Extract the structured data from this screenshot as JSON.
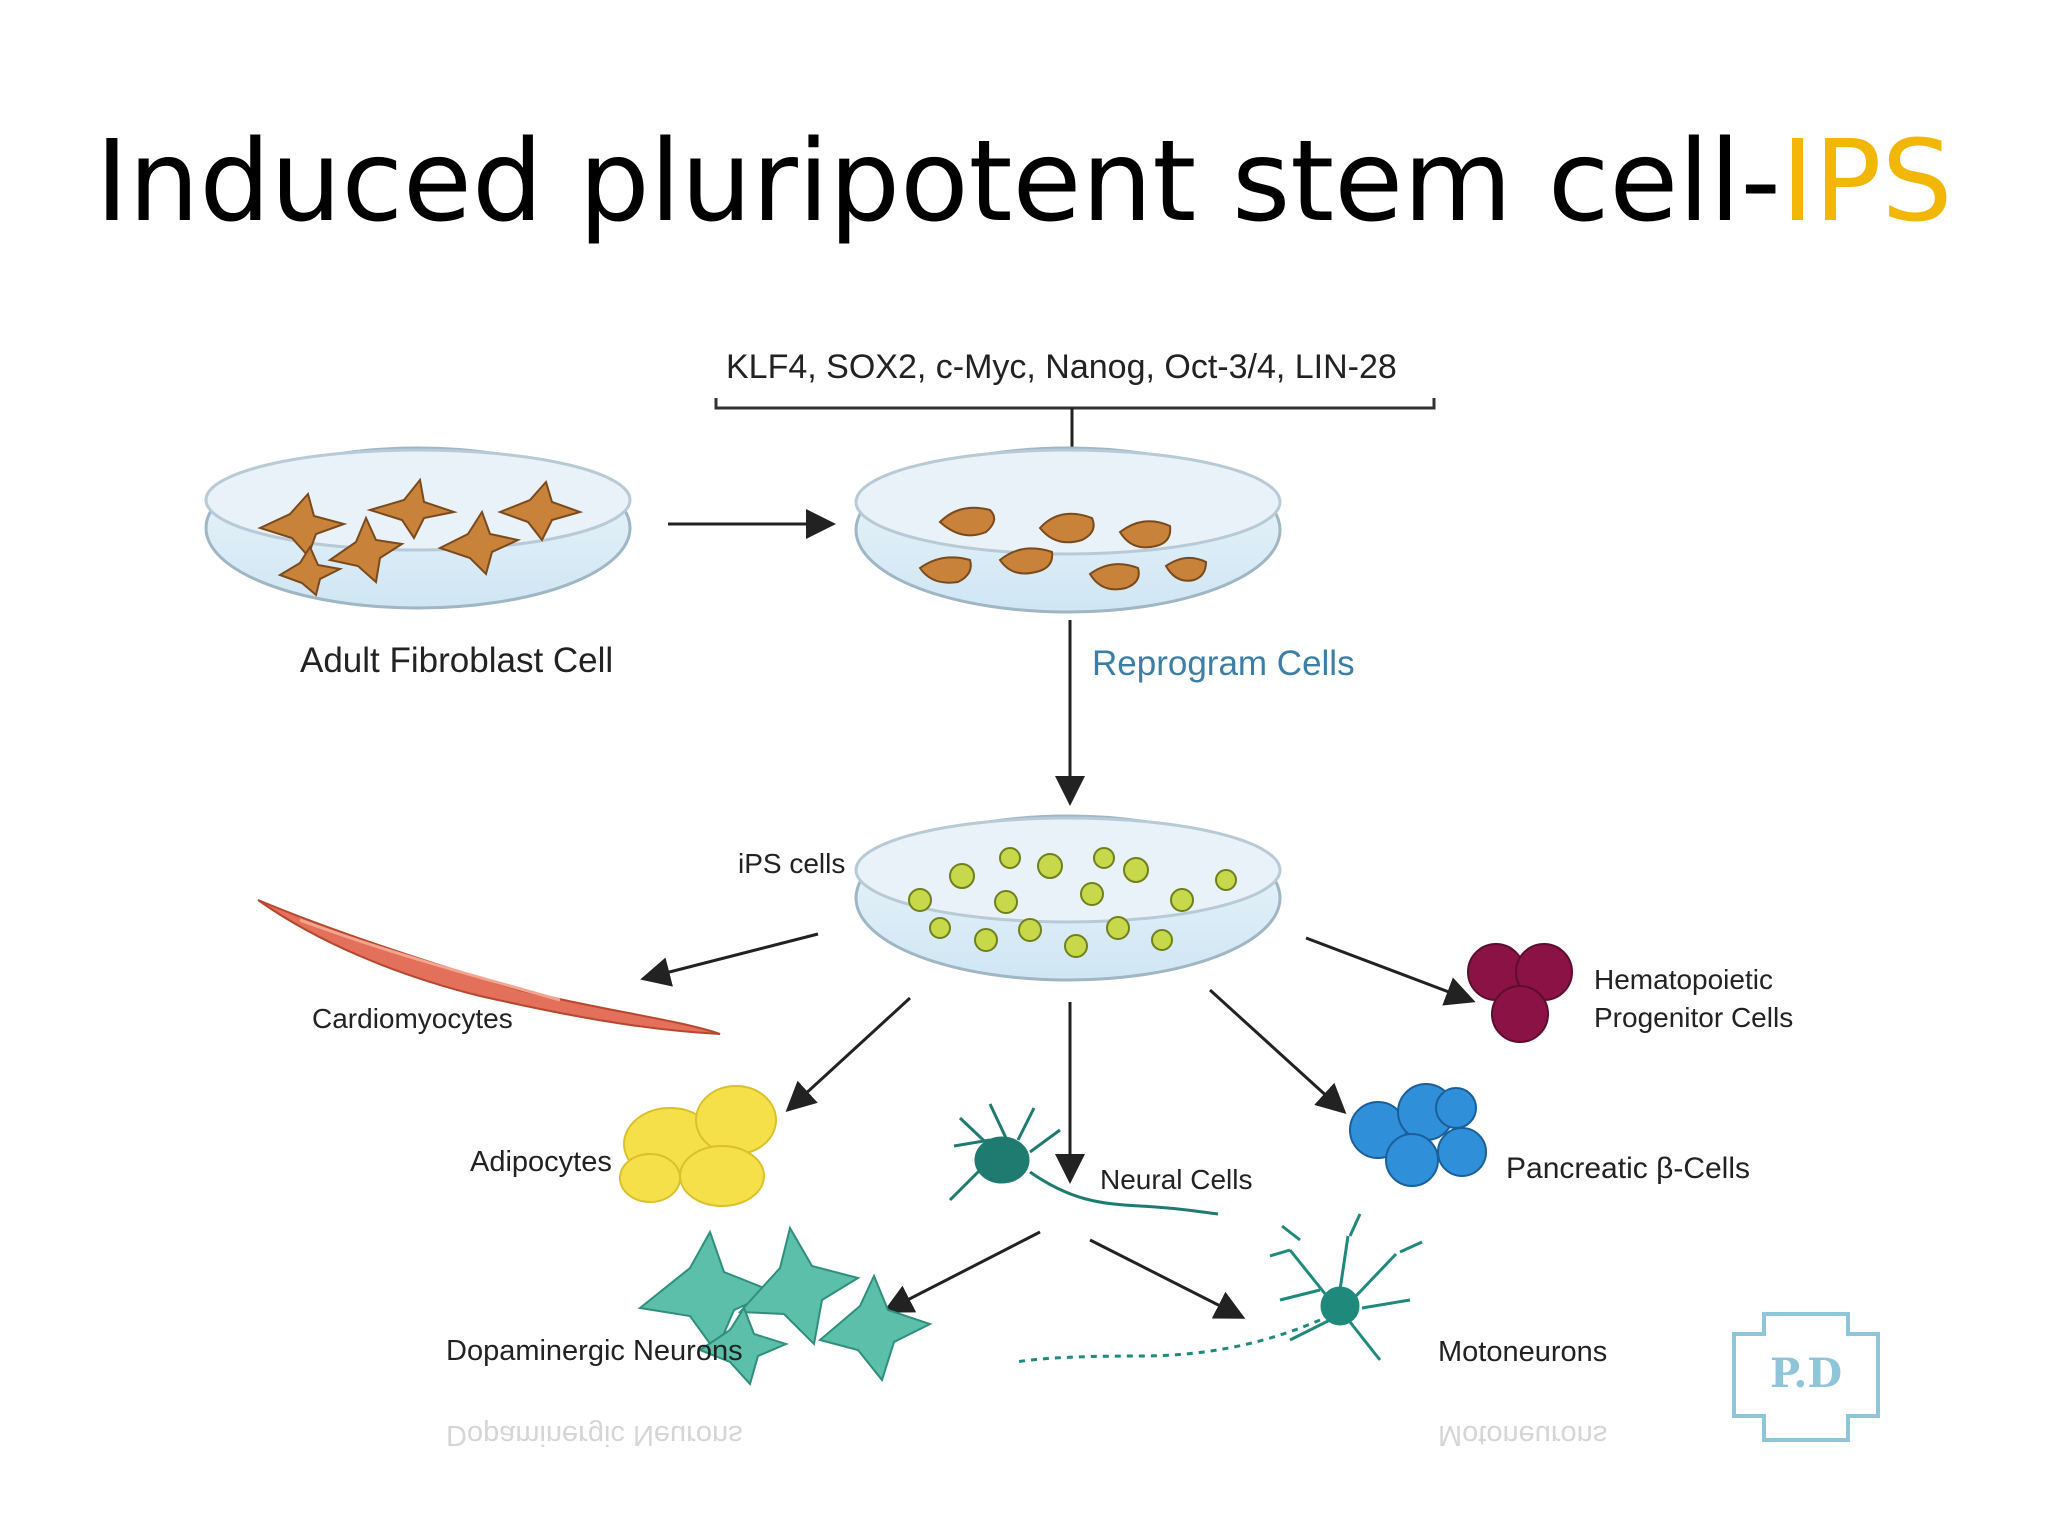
{
  "title": {
    "main": "Induced pluripotent stem cell-",
    "accent": "IPS"
  },
  "labels": {
    "factors": "KLF4, SOX2, c-Myc, Nanog, Oct-3/4, LIN-28",
    "adult_fibroblast": "Adult Fibroblast Cell",
    "reprogram": "Reprogram Cells",
    "ips_cells": "iPS cells",
    "cardiomyocytes": "Cardiomyocytes",
    "adipocytes": "Adipocytes",
    "neural_cells": "Neural Cells",
    "pancreatic": "Pancreatic β-Cells",
    "hematopoietic_line1": "Hematopoietic",
    "hematopoietic_line2": "Progenitor Cells",
    "dopaminergic": "Dopaminergic Neurons",
    "motoneurons": "Motoneurons"
  },
  "badge": {
    "text": "P.D"
  },
  "colors": {
    "title_accent": "#f2b705",
    "fibroblast": "#c8823a",
    "ips_colony": "#c7d94a",
    "cardiomyocyte": "#e2705a",
    "adipocyte": "#f5e04a",
    "neural": "#1f7a70",
    "pancreatic": "#2f8fd8",
    "hematopoietic": "#8a1245",
    "badge": "#8ec5d8"
  }
}
